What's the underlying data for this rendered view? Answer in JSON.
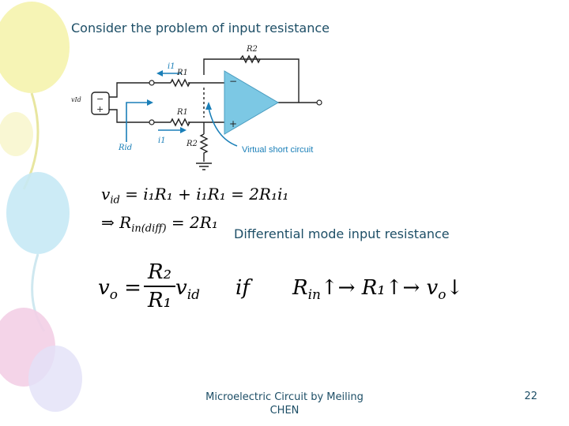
{
  "slide": {
    "title": "Consider the problem of input resistance",
    "caption": "Differential mode input resistance",
    "footer": "Microelectric Circuit by Meiling CHEN",
    "page_number": "22"
  },
  "circuit": {
    "labels": {
      "r2": "R2",
      "r1_top": "R1",
      "r1_mid": "R1",
      "r2_bottom": "R2",
      "i1_top": "i1",
      "i1_bottom": "i1",
      "vid": "vId",
      "rid": "Rid",
      "minus_terminal": "−",
      "plus_terminal": "+",
      "opamp_minus": "−",
      "opamp_plus": "+",
      "virtual_short": "Virtual short circuit"
    },
    "colors": {
      "opamp_fill": "#7cc8e4",
      "arrow": "#1a7fb8",
      "wire": "#222222"
    }
  },
  "equations": {
    "eq1": {
      "lhs": "v",
      "lhs_sub": "id",
      "rhs": "= i₁R₁ + i₁R₁ = 2R₁i₁"
    },
    "eq2": {
      "arrow": "⇒",
      "lhs": "R",
      "lhs_sub": "in(diff)",
      "rhs": "= 2R₁"
    },
    "eq3": {
      "lhs": "v",
      "lhs_sub": "o",
      "equals": "=",
      "num": "R₂",
      "den": "R₁",
      "rhs": "v",
      "rhs_sub": "id"
    },
    "eq4": {
      "text": "if",
      "r": "R",
      "r_sub": "in",
      "up1": "↑→",
      "r1": "R₁",
      "up2": "↑→",
      "v": "v",
      "v_sub": "o",
      "down": "↓"
    }
  },
  "decor": {
    "balloon_colors": [
      "#f4f2a8",
      "#c7e9f5",
      "#f3cfe6",
      "#e2e1f7"
    ]
  }
}
